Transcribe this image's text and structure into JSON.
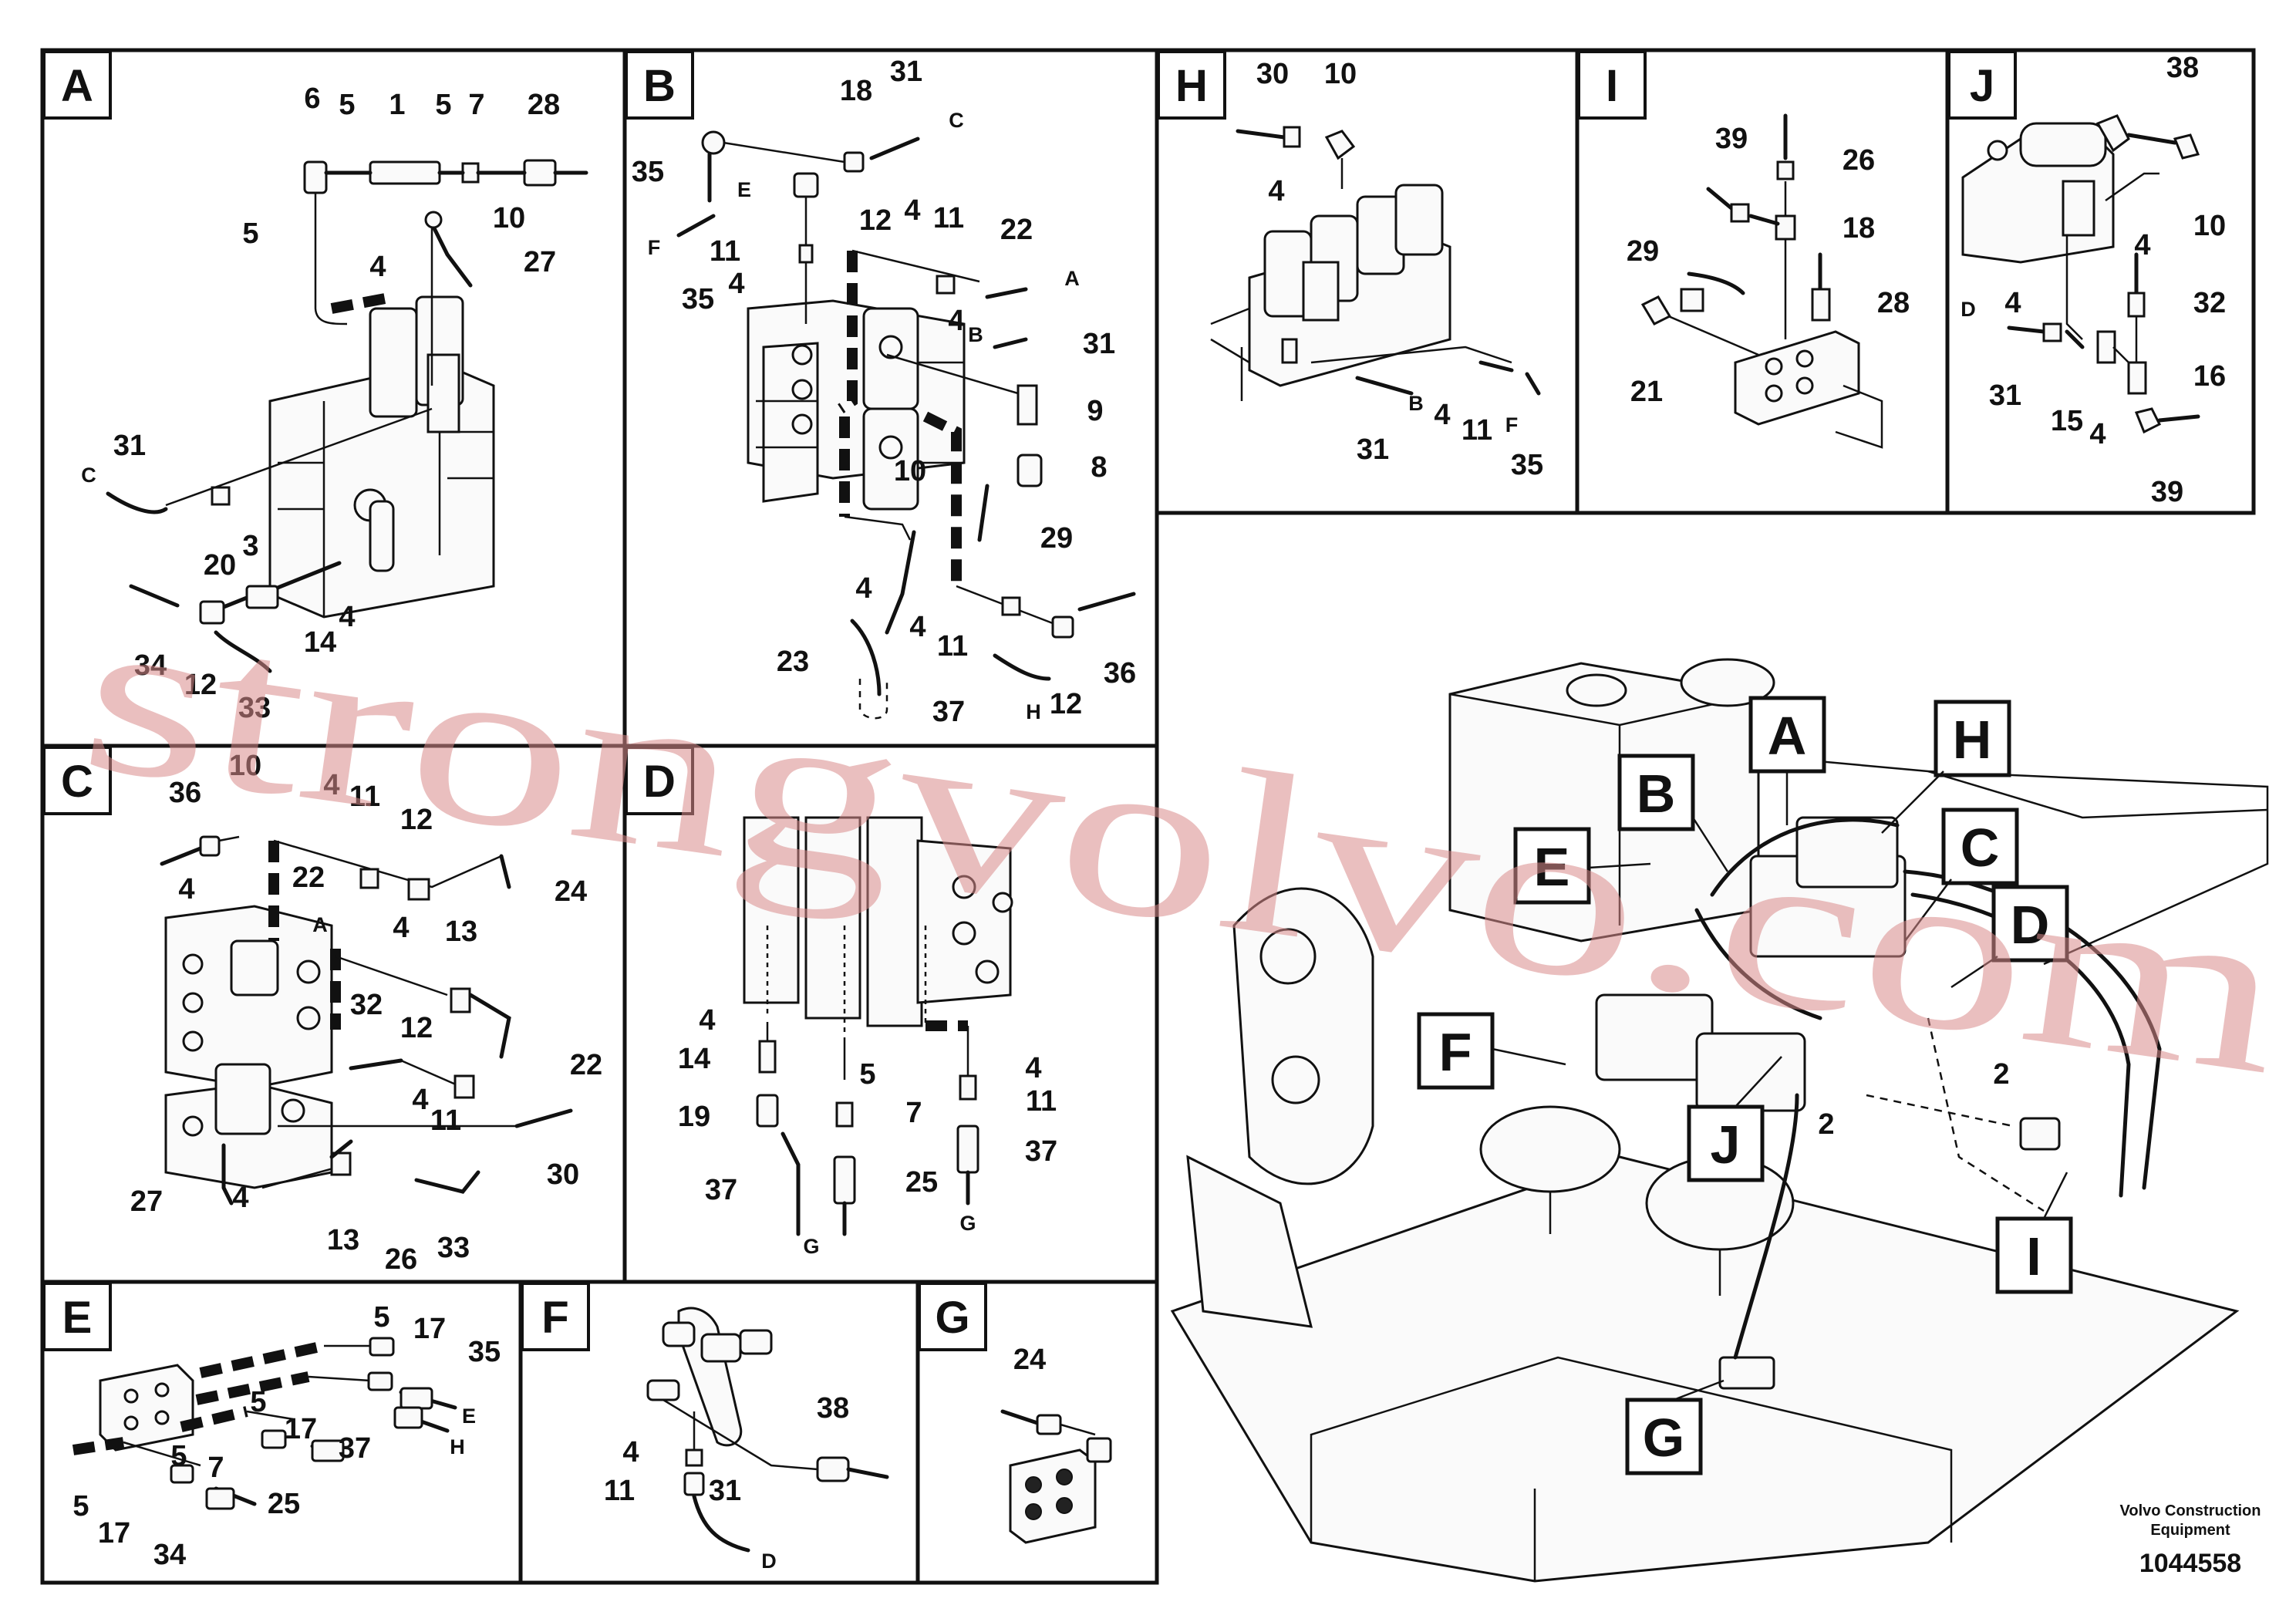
{
  "panels": {
    "A": {
      "title": "A",
      "callouts": [
        "6",
        "5",
        "1",
        "5",
        "7",
        "28",
        "5",
        "10",
        "4",
        "27",
        "31",
        "20",
        "3",
        "4",
        "14",
        "34",
        "12",
        "33"
      ],
      "letters": [
        "C"
      ]
    },
    "B": {
      "title": "B",
      "callouts": [
        "18",
        "31",
        "35",
        "12",
        "4",
        "11",
        "22",
        "11",
        "4",
        "4",
        "31",
        "9",
        "8",
        "10",
        "29",
        "4",
        "23",
        "4",
        "11",
        "37",
        "12",
        "36",
        "35"
      ],
      "letters": [
        "C",
        "E",
        "F",
        "A",
        "B",
        "H"
      ]
    },
    "H": {
      "title": "H",
      "callouts": [
        "30",
        "10",
        "4",
        "31",
        "4",
        "11",
        "35"
      ],
      "letters": [
        "B",
        "F"
      ]
    },
    "I": {
      "title": "I",
      "callouts": [
        "39",
        "26",
        "18",
        "29",
        "28",
        "21"
      ],
      "letters": []
    },
    "J": {
      "title": "J",
      "callouts": [
        "38",
        "10",
        "4",
        "4",
        "32",
        "31",
        "15",
        "4",
        "16",
        "39"
      ],
      "letters": [
        "D"
      ]
    },
    "C": {
      "title": "C",
      "callouts": [
        "36",
        "10",
        "4",
        "11",
        "12",
        "4",
        "22",
        "24",
        "4",
        "13",
        "32",
        "12",
        "22",
        "4",
        "11",
        "27",
        "4",
        "13",
        "26",
        "33",
        "30"
      ],
      "letters": [
        "A"
      ]
    },
    "D": {
      "title": "D",
      "callouts": [
        "4",
        "14",
        "5",
        "19",
        "7",
        "4",
        "11",
        "25",
        "37",
        "37"
      ],
      "letters": [
        "G",
        "G"
      ]
    },
    "E": {
      "title": "E",
      "callouts": [
        "5",
        "17",
        "35",
        "5",
        "17",
        "5",
        "7",
        "37",
        "5",
        "17",
        "25",
        "34"
      ],
      "letters": [
        "E",
        "H"
      ]
    },
    "F": {
      "title": "F",
      "callouts": [
        "38",
        "4",
        "11",
        "31"
      ],
      "letters": [
        "D"
      ]
    },
    "G": {
      "title": "G",
      "callouts": [
        "24"
      ],
      "letters": []
    }
  },
  "overview": {
    "callout_boxes": [
      "A",
      "H",
      "B",
      "E",
      "C",
      "D",
      "F",
      "J",
      "I",
      "G"
    ],
    "callouts": [
      "2",
      "2"
    ]
  },
  "watermark": "strongvolvo.com",
  "footer": {
    "company_line1": "Volvo Construction",
    "company_line2": "Equipment",
    "doc_number": "1044558"
  }
}
